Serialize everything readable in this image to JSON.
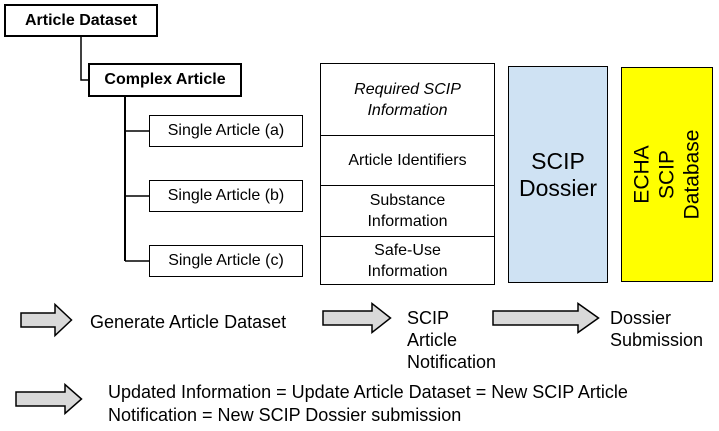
{
  "colors": {
    "arrow_fill": "#d9d9d9",
    "arrow_border": "#000000",
    "scip_dossier_fill": "#cfe2f3",
    "echa_database_fill": "#ffff00"
  },
  "tree": {
    "root_label": "Article Dataset",
    "complex_label": "Complex Article",
    "children": [
      {
        "label": "Single Article (a)"
      },
      {
        "label": "Single Article (b)"
      },
      {
        "label": "Single Article (c)"
      }
    ]
  },
  "info_table": {
    "header": "Required SCIP\nInformation",
    "rows": [
      {
        "label": "Article Identifiers"
      },
      {
        "label": "Substance\nInformation"
      },
      {
        "label": "Safe-Use\nInformation"
      }
    ]
  },
  "dossier_box": {
    "label": "SCIP\nDossier"
  },
  "database_box": {
    "label": "ECHA SCIP\nDatabase"
  },
  "flow": {
    "step1_label": "Generate Article Dataset",
    "step2_label": "SCIP\nArticle\nNotification",
    "step3_label": "Dossier\nSubmission",
    "update_note": "Updated Information = Update Article Dataset = New SCIP Article\nNotification = New SCIP Dossier submission"
  }
}
